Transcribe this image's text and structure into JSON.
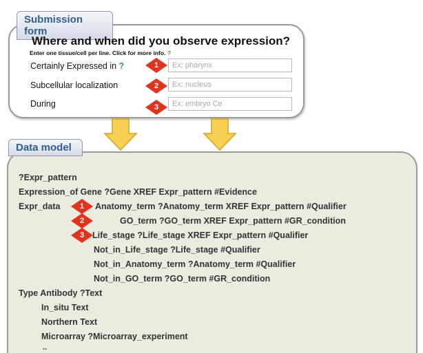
{
  "form": {
    "tab_label": "Submission form",
    "title": "Where and when did you observe expression?",
    "instruction": "Enter one tissue/cell per line. Click for more info.",
    "instruction_help": "?",
    "rows": [
      {
        "label": "Certainly Expressed in",
        "help": "?",
        "marker": "1",
        "placeholder": "Ex: pharynx"
      },
      {
        "label": "Subcellular localization",
        "help": "",
        "marker": "2",
        "placeholder": "Ex: nucleus"
      },
      {
        "label": "During",
        "help": "",
        "marker": "3",
        "placeholder": "Ex: embryo Ce"
      }
    ]
  },
  "model": {
    "tab_label": "Data model",
    "line_pattern": "?Expr_pattern",
    "line_expression_of": "Expression_of Gene ?Gene XREF Expr_pattern #Evidence",
    "expr_data_label": "Expr_data",
    "anatomy_term": "Anatomy_term ?Anatomy_term XREF Expr_pattern #Qualifier",
    "go_term": "GO_term ?GO_term XREF Expr_pattern #GR_condition",
    "life_stage": "Life_stage ?Life_stage XREF Expr_pattern #Qualifier",
    "not_in_life_stage": "Not_in_Life_stage ?Life_stage #Qualifier",
    "not_in_anatomy_term": "Not_in_Anatomy_term ?Anatomy_term #Qualifier",
    "not_in_go_term": "Not_in_GO_term ?GO_term #GR_condition",
    "type_line": "Type  Antibody ?Text",
    "in_situ": "In_situ Text",
    "northern": "Northern Text",
    "microarray": "Microarray ?Microarray_experiment",
    "ellipsis": "..",
    "markers": [
      "1",
      "2",
      "3"
    ]
  },
  "colors": {
    "marker_red": "#e0341f",
    "arrow_fill": "#f7cf52",
    "arrow_stroke": "#d8a327",
    "help_green": "#3ca24a",
    "tab_text": "#2f5f92",
    "model_bg": "#ecebe0"
  }
}
